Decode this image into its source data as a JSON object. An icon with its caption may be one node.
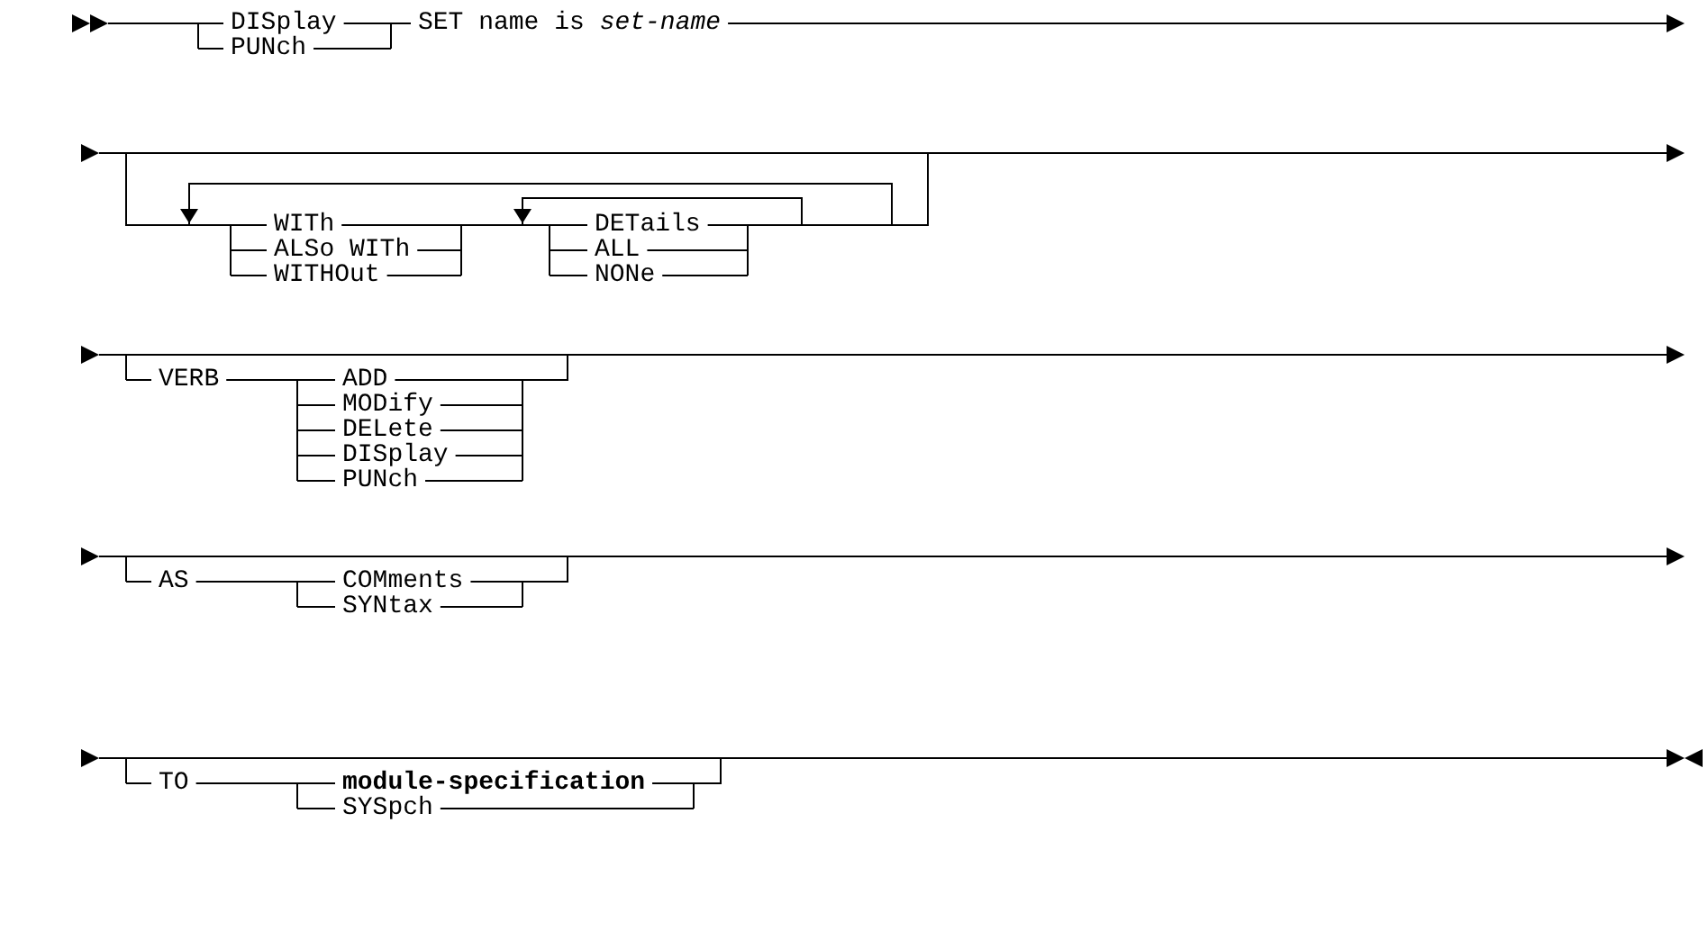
{
  "diagram": {
    "labels": [
      "DISplay",
      "SET name is *set-name*",
      "PUNch",
      "WITh",
      "DETails",
      "ALSo WITh",
      "ALL",
      "WITHOut",
      "NONe",
      "VERB",
      "ADD",
      "MODify",
      "DELete",
      "DISplay",
      "PUNch",
      "AS",
      "COMments",
      "SYNtax",
      "TO",
      "module-specification",
      "SYSpch"
    ]
  }
}
